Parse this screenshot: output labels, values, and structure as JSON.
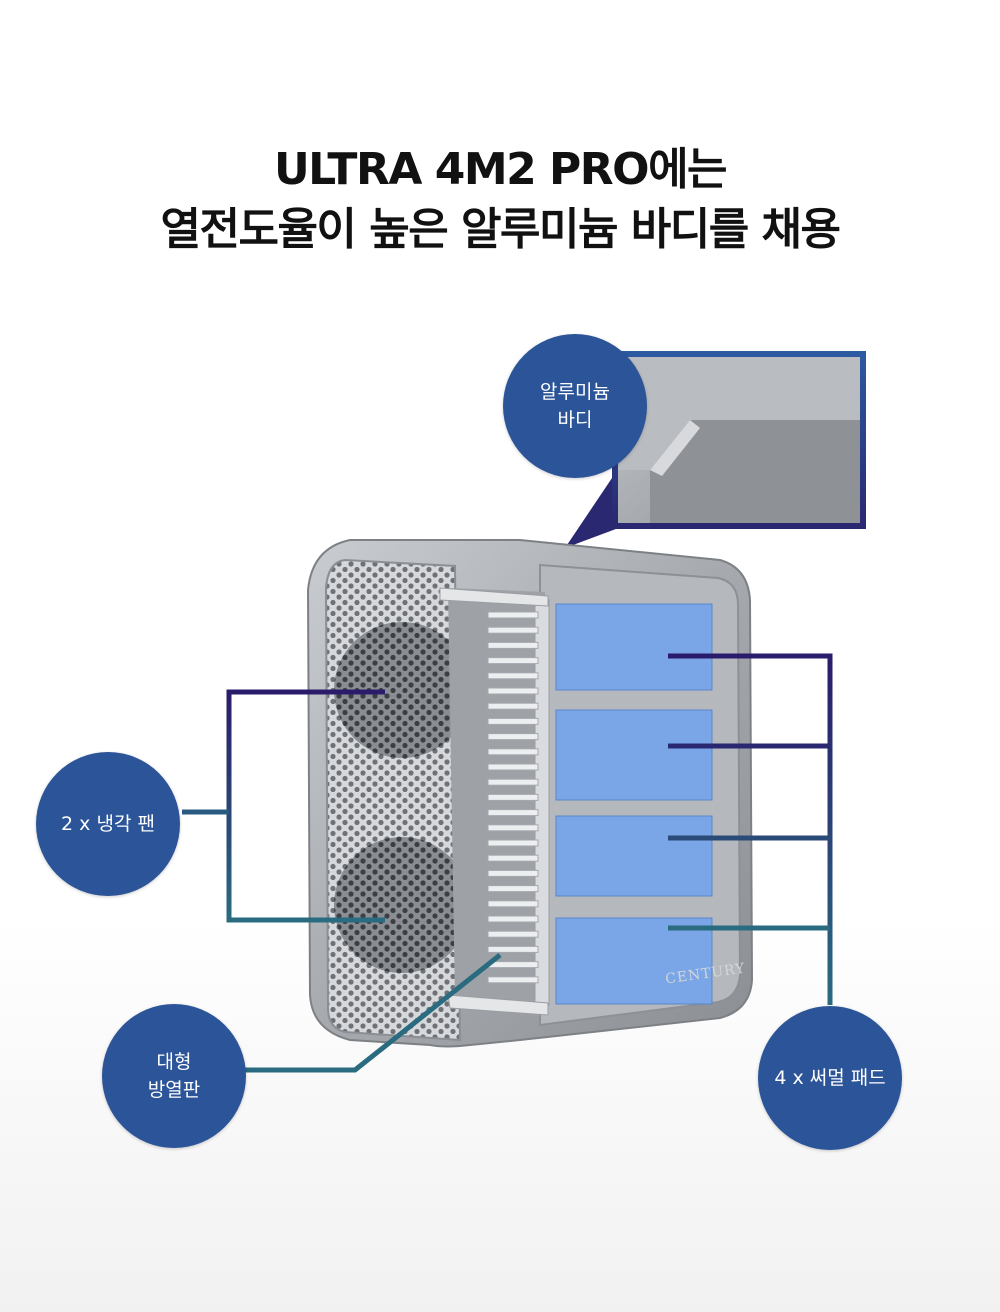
{
  "headline": {
    "line1": "ULTRA 4M2 PRO에는",
    "line2": "열전도율이 높은 알루미늄 바디를 채용"
  },
  "device": {
    "brand": "CENTURY"
  },
  "callouts": {
    "aluminum_body": {
      "line1": "알루미늄",
      "line2": "바디"
    },
    "cooling_fan": {
      "label": "2 x 냉각 팬"
    },
    "heatsink": {
      "line1": "대형",
      "line2": "방열판"
    },
    "thermal_pad": {
      "label": "4 x 써멀 패드"
    }
  },
  "colors": {
    "callout_fill": "#2c5498",
    "leader_line_top": "#2a1c6b",
    "leader_line_bottom": "#2a6b80",
    "thermal_pad": "#7aa6e8",
    "body_metal": "#a9adb2"
  }
}
